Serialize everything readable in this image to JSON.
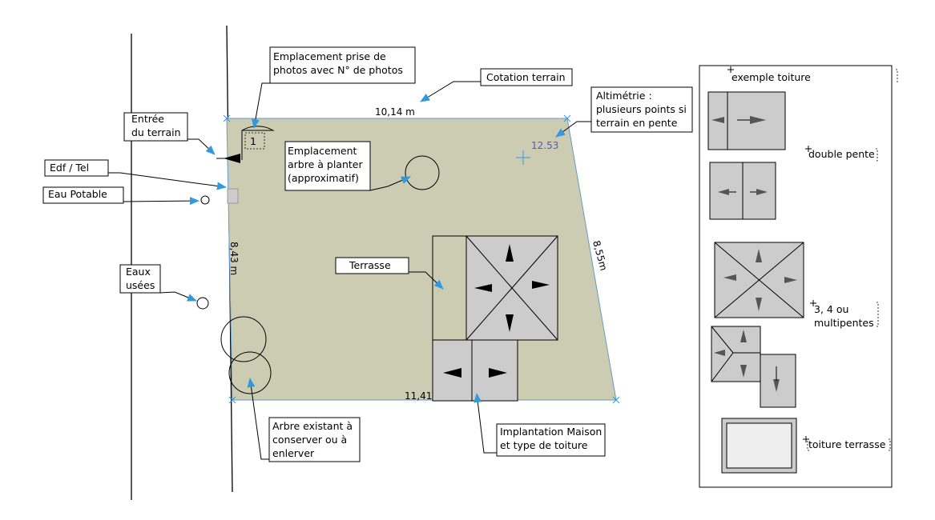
{
  "labels": {
    "photos": [
      "Emplacement prise de",
      "photos avec N° de photos"
    ],
    "cotation": "Cotation terrain",
    "altimetrie": [
      "Altimétrie :",
      "plusieurs points si",
      "terrain en pente"
    ],
    "entree": [
      "Entrée",
      "du terrain"
    ],
    "edf": "Edf / Tel",
    "eau_potable": "Eau Potable",
    "planter": [
      "Emplacement",
      "arbre à planter",
      "(approximatif)"
    ],
    "terrasse": "Terrasse",
    "eaux_usees": [
      "Eaux",
      "usées"
    ],
    "arbre_existant": [
      "Arbre existant à",
      "conserver ou à",
      "enlerver"
    ],
    "implantation": [
      "Implantation Maison",
      "et type de toiture"
    ]
  },
  "dimensions": {
    "top": "10,14 m",
    "left": "8,43 m",
    "right": "8,55m",
    "bottom": "11,41m"
  },
  "altitude_value": "12.53",
  "photo_number": "1",
  "legend": {
    "title": "exemple toiture",
    "double": "double pente",
    "multi": [
      "3, 4 ou",
      "multipentes"
    ],
    "flat": "toiture terrasse"
  },
  "colors": {
    "terrain": "#ccccb3",
    "roof": "#cccccc",
    "arrow_blue": "#3399dd",
    "altitude": "#5555cc"
  }
}
